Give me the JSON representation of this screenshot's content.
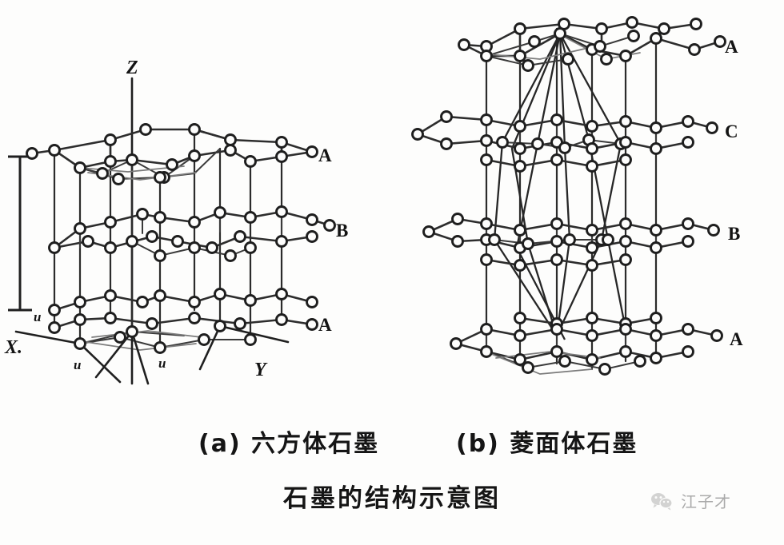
{
  "figure": {
    "main_title": "石墨的结构示意图",
    "background_color": "#fdfdfc",
    "line_color": "#1e1e1e",
    "panels": [
      {
        "id": "a",
        "caption": "(a) 六方体石墨",
        "structure": "hexagonal graphite unit cell",
        "axis_labels": {
          "z": "Z",
          "x": "X",
          "y": "Y"
        },
        "layer_labels": [
          "A",
          "B",
          "A"
        ],
        "lattice_param_labels": [
          "u",
          "u",
          "u"
        ],
        "dimension_bar": true
      },
      {
        "id": "b",
        "caption": "(b) 菱面体石墨",
        "structure": "rhombohedral graphite unit cell",
        "layer_labels": [
          "A",
          "C",
          "B",
          "A"
        ]
      }
    ]
  },
  "captions": {
    "a": "(a) 六方体石墨",
    "b": "(b) 菱面体石墨"
  },
  "labels": {
    "z": "Z",
    "x": "X.",
    "y": "Y",
    "u1": "u",
    "u2": "u",
    "u3": "u",
    "a_top": "A",
    "b_mid": "B",
    "a_bottom": "A",
    "b_a_top": "A",
    "b_c": "C",
    "b_b": "B",
    "b_a_bottom": "A"
  },
  "watermark": {
    "text": "江子才",
    "icon": "wechat-icon"
  }
}
